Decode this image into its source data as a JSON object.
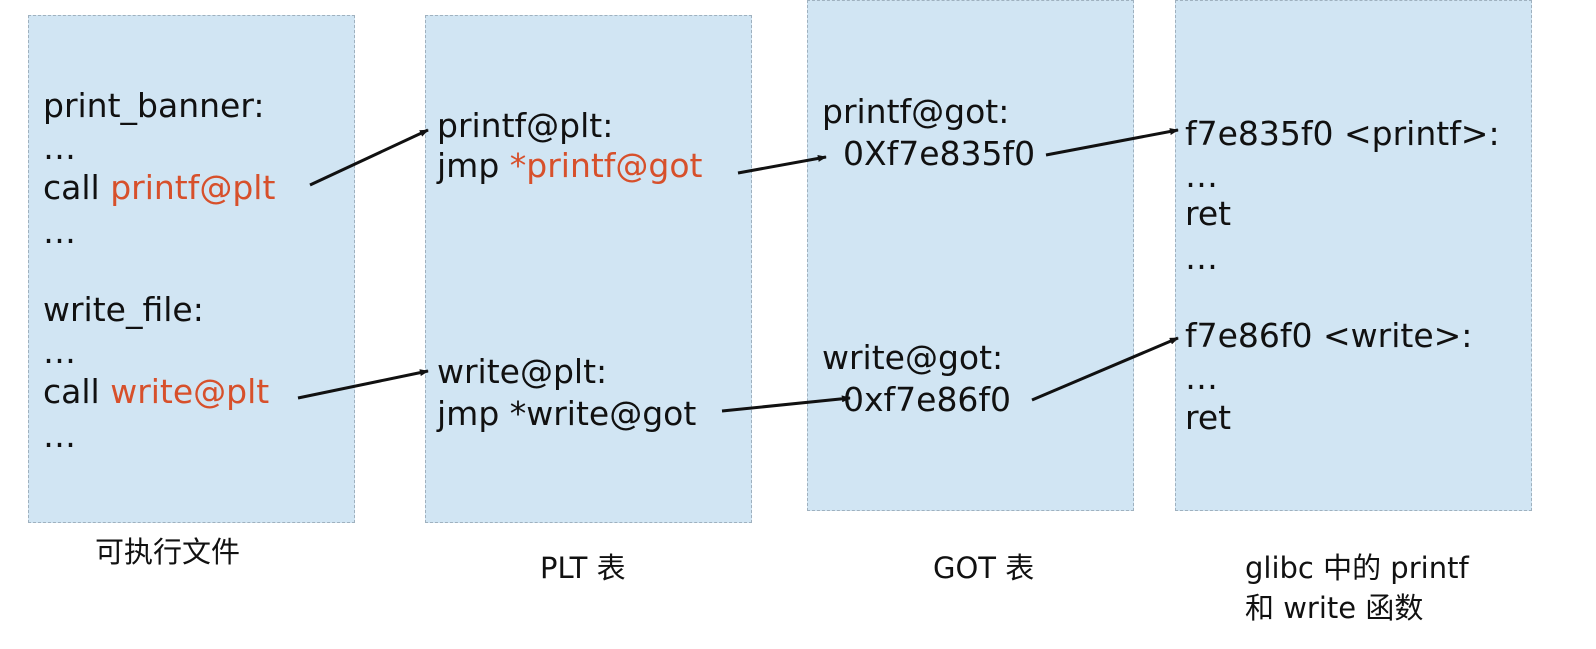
{
  "executable": {
    "caption": "可执行文件",
    "l1": "print_banner:",
    "l2": "…",
    "l3_prefix": "call ",
    "l3_target": "printf@plt",
    "l4": "…",
    "l5": "write_file:",
    "l6": "…",
    "l7_prefix": "call ",
    "l7_target": "write@plt",
    "l8": "…"
  },
  "plt": {
    "caption": "PLT 表",
    "l1": "printf@plt:",
    "l2_prefix": "jmp ",
    "l2_target": "*printf@got",
    "l3": "write@plt:",
    "l4": "jmp *write@got"
  },
  "got": {
    "caption": "GOT 表",
    "l1": "printf@got:",
    "l2": "0Xf7e835f0",
    "l3": "write@got:",
    "l4": "0xf7e86f0"
  },
  "glibc": {
    "caption_line1": "glibc 中的 printf",
    "caption_line2": "和 write 函数",
    "l1": "f7e835f0 <printf>:",
    "l2": "…",
    "l3": "ret",
    "l4": "…",
    "l5": "f7e86f0 <write>:",
    "l6": "…",
    "l7": "ret"
  },
  "colors": {
    "box_fill": "#d1e5f3",
    "highlight_text": "#d7502b",
    "arrow": "#111111"
  }
}
